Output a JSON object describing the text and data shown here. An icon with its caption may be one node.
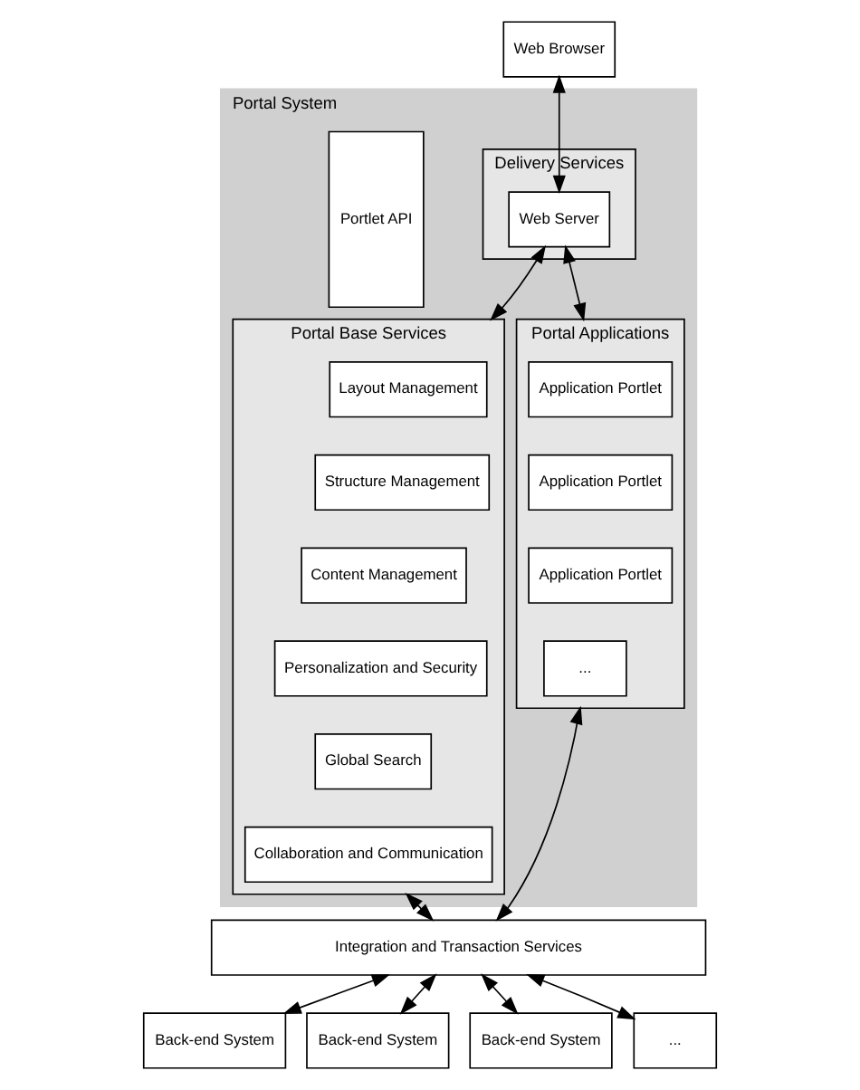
{
  "diagram": {
    "nodes": [
      {
        "text": [
          "Web Browser"
        ]
      },
      {
        "text": [
          "Portal System"
        ]
      },
      {
        "text": [
          "Delivery Services"
        ],
        "in": 1
      },
      {
        "text": [
          "Web Server"
        ],
        "in": 2
      },
      {
        "text": [
          "Portal Applications"
        ],
        "in": 1
      },
      {
        "text": [
          "Application Portlet"
        ],
        "in": 4
      },
      {
        "text": [
          "Application Portlet"
        ],
        "in": 4
      },
      {
        "text": [
          "Application Portlet"
        ],
        "in": 4
      },
      {
        "text": [
          "..."
        ],
        "in": 4
      },
      {
        "text": [
          "Portlet API"
        ],
        "in": 1
      },
      {
        "text": [
          "Portal Base Services"
        ],
        "in": 1
      },
      {
        "text": [
          "Layout Management"
        ],
        "in": 10
      },
      {
        "text": [
          "Structure Management"
        ],
        "in": 10
      },
      {
        "text": [
          "Content Management"
        ],
        "in": 10
      },
      {
        "text": [
          "Personalization and Security"
        ],
        "in": 10
      },
      {
        "text": [
          "Global Search"
        ],
        "in": 10
      },
      {
        "text": [
          "Collaboration and Communication"
        ],
        "in": 10
      },
      {
        "text": [
          "Integration and Transaction Services"
        ]
      },
      {
        "text": [
          "Back-end System"
        ]
      },
      {
        "text": [
          "Back-end System"
        ]
      },
      {
        "text": [
          "Back-end System"
        ]
      },
      {
        "text": [
          "..."
        ]
      }
    ],
    "edges": [
      {
        "from": 0,
        "to": 3,
        "arrow": "both"
      },
      {
        "from": 3,
        "to": 4,
        "arrow": "both"
      },
      {
        "from": 3,
        "to": 10,
        "arrow": "both"
      },
      {
        "from": 4,
        "to": 17,
        "arrow": "both"
      },
      {
        "from": 10,
        "to": 17,
        "arrow": "both"
      },
      {
        "from": 17,
        "to": 18,
        "arrow": "both"
      },
      {
        "from": 17,
        "to": 19,
        "arrow": "both"
      },
      {
        "from": 17,
        "to": 20,
        "arrow": "both"
      },
      {
        "from": 17,
        "to": 21,
        "arrow": "both"
      }
    ]
  }
}
